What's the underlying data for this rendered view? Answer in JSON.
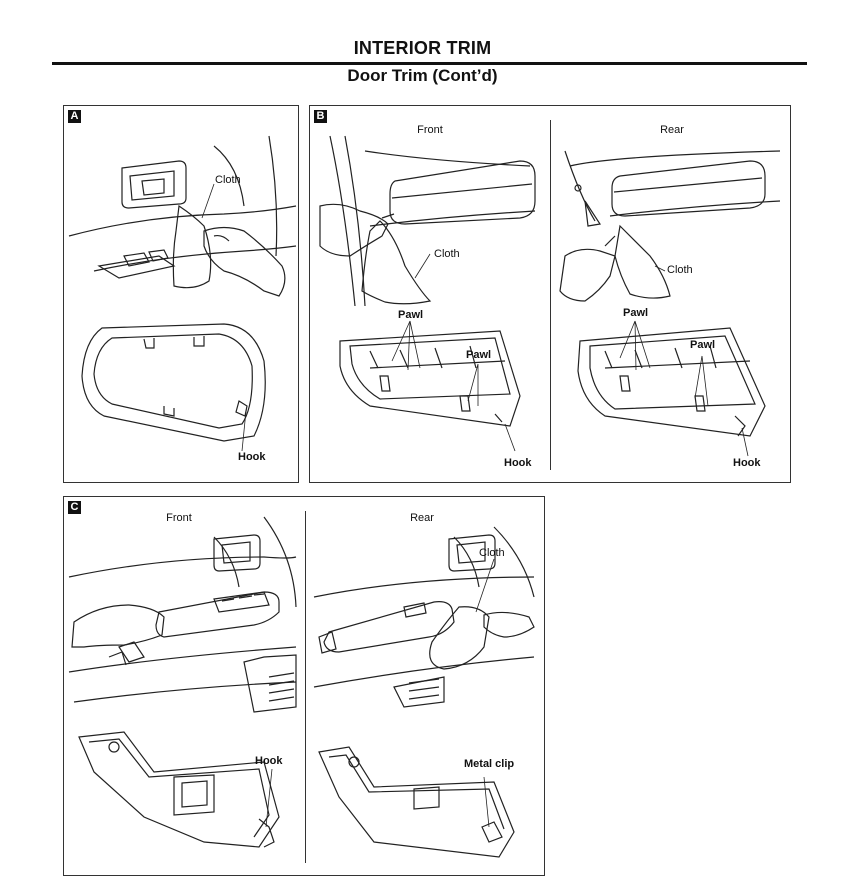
{
  "header": {
    "title": "INTERIOR TRIM",
    "subtitle": "Door Trim (Cont’d)"
  },
  "panels": {
    "a": {
      "badge": "A",
      "cloth": "Cloth",
      "hook": "Hook"
    },
    "b": {
      "badge": "B",
      "front": "Front",
      "rear": "Rear",
      "front_cloth": "Cloth",
      "front_pawl_1": "Pawl",
      "front_pawl_2": "Pawl",
      "front_hook": "Hook",
      "rear_cloth": "Cloth",
      "rear_pawl_1": "Pawl",
      "rear_pawl_2": "Pawl",
      "rear_hook": "Hook"
    },
    "c": {
      "badge": "C",
      "front": "Front",
      "rear": "Rear",
      "rear_cloth": "Cloth",
      "front_hook": "Hook",
      "rear_metal_clip": "Metal clip"
    }
  }
}
